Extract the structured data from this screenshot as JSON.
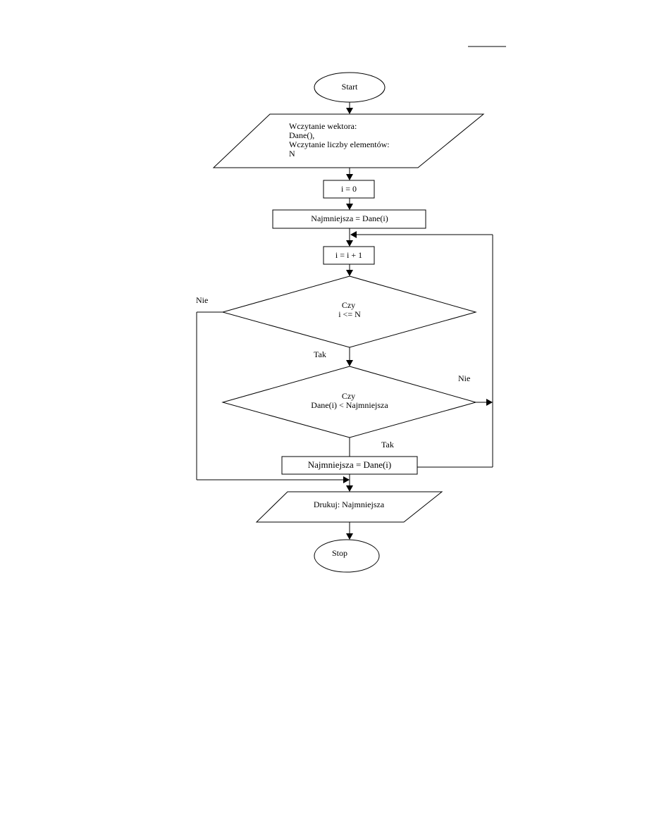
{
  "diagram": {
    "type": "flowchart",
    "nodes": {
      "start": "Start",
      "input_lines": [
        "Wczytanie wektora:",
        "Dane(),",
        "Wczytanie liczby elementów:",
        "N"
      ],
      "init_i": "i = 0",
      "init_min": "Najmniejsza = Dane(i)",
      "increment": "i = i + 1",
      "cond1_lines": [
        "Czy",
        "i <= N"
      ],
      "cond2_lines": [
        "Czy",
        "Dane(i) < Najmniejsza"
      ],
      "assign_min": "Najmniejsza = Dane(i)",
      "output": "Drukuj: Najmniejsza",
      "stop": "Stop"
    },
    "edge_labels": {
      "cond1_no": "Nie",
      "cond1_yes": "Tak",
      "cond2_no": "Nie",
      "cond2_yes": "Tak"
    }
  }
}
